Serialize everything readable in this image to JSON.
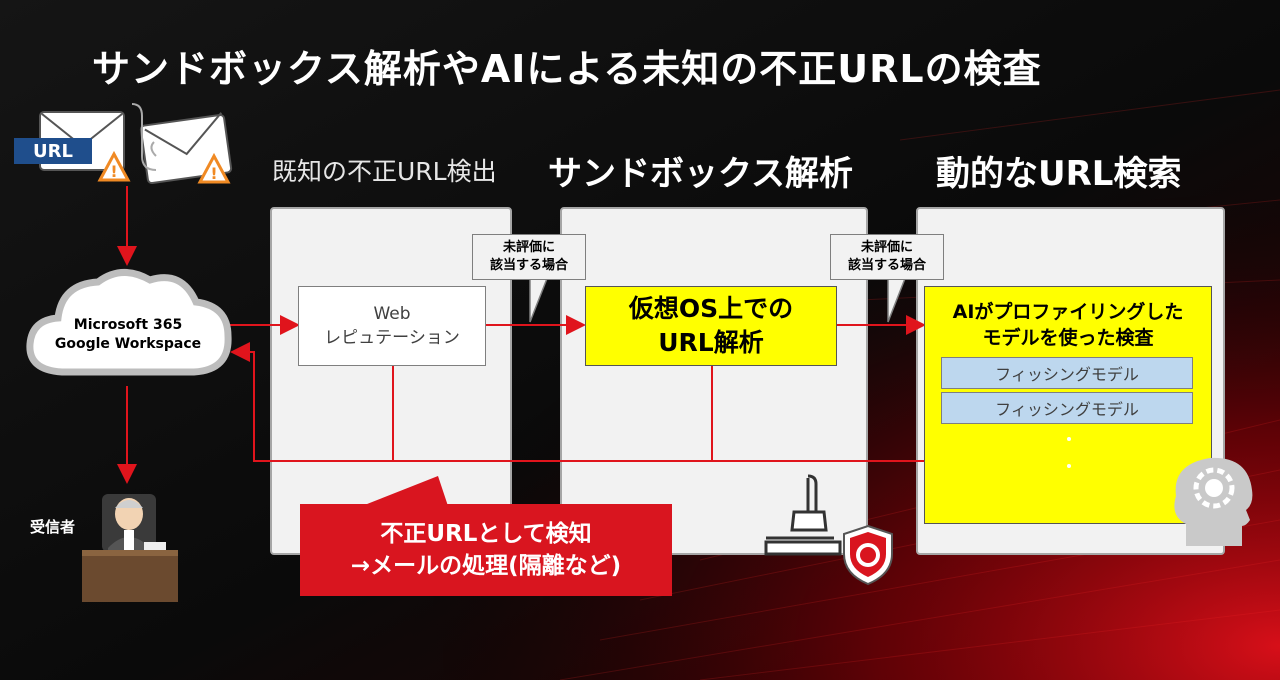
{
  "title": "サンドボックス解析やAIによる未知の不正URLの検査",
  "columns": {
    "known": "既知の不正URL検出",
    "sandbox": "サンドボックス解析",
    "dynamic": "動的なURL検索"
  },
  "sender": {
    "url_label": "URL"
  },
  "cloud": {
    "line1": "Microsoft 365",
    "line2": "Google Workspace"
  },
  "recipient": {
    "label": "受信者"
  },
  "web_reputation": {
    "line1": "Web",
    "line2": "レピュテーション"
  },
  "callouts": [
    {
      "line1": "未評価に",
      "line2": "該当する場合"
    },
    {
      "line1": "未評価に",
      "line2": "該当する場合"
    }
  ],
  "virtual_os": {
    "line1": "仮想OS上での",
    "line2": "URL解析"
  },
  "ai_box": {
    "line1": "AIがプロファイリングした",
    "line2": "モデルを使った検査",
    "models": [
      "フィッシングモデル",
      "フィッシングモデル"
    ]
  },
  "detection": {
    "line1": "不正URLとして検知",
    "line2": "→メールの処理(隔離など)"
  },
  "colors": {
    "accent_red": "#d9151f",
    "highlight_yellow": "#ffff00",
    "model_blue": "#bdd7ee",
    "url_tag_blue": "#1f4e8c"
  },
  "icons": [
    "mail-warning-icon",
    "cloud-icon",
    "recipient-icon",
    "sandbox-icon",
    "shield-icon",
    "ai-head-icon"
  ]
}
